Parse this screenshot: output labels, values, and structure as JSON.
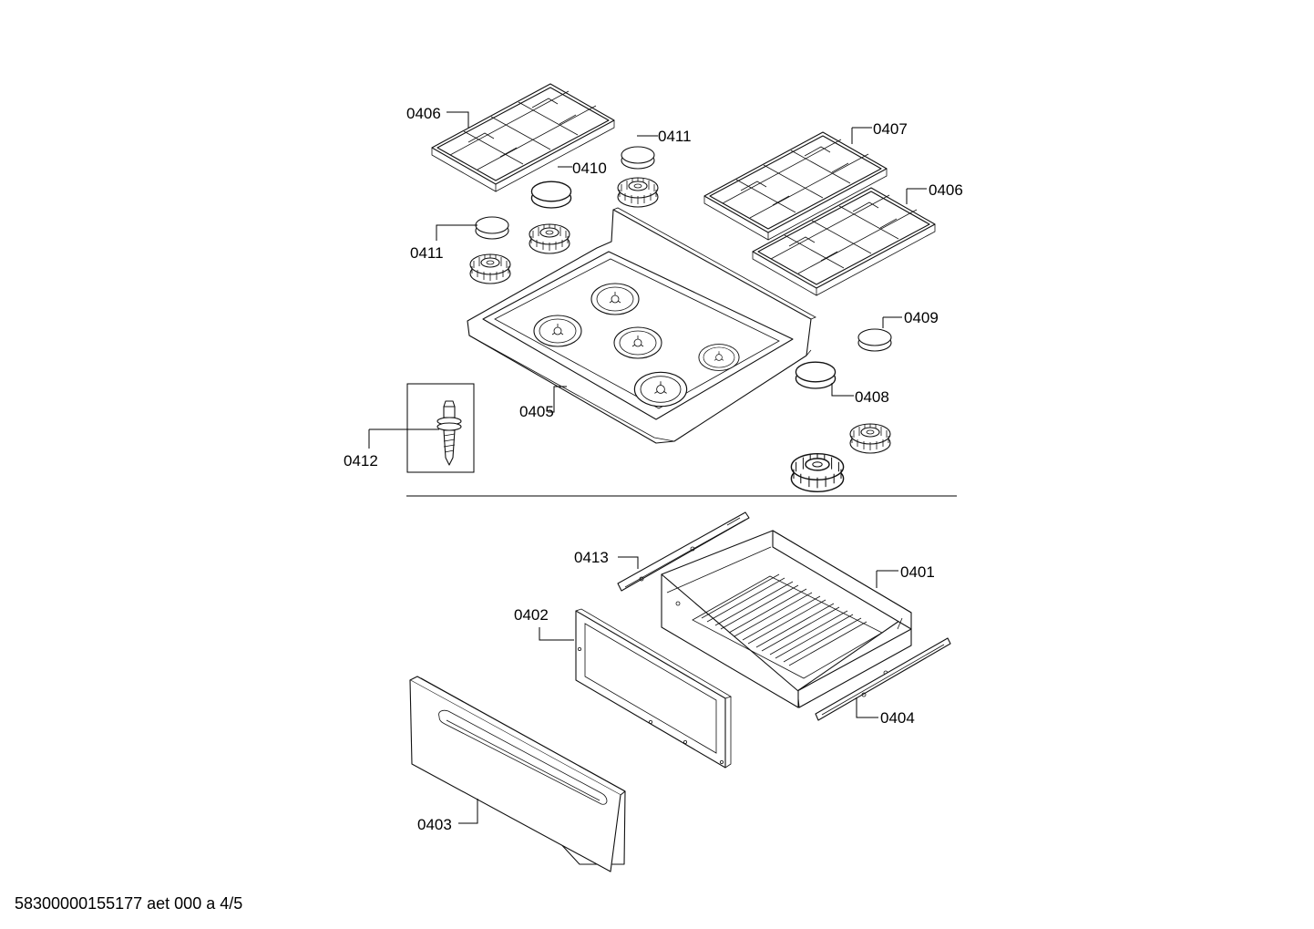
{
  "diagram": {
    "labels": {
      "l0401": "0401",
      "l0402": "0402",
      "l0403": "0403",
      "l0404": "0404",
      "l0405": "0405",
      "l0406a": "0406",
      "l0406b": "0406",
      "l0407": "0407",
      "l0408": "0408",
      "l0409": "0409",
      "l0410": "0410",
      "l0411a": "0411",
      "l0411b": "0411",
      "l0412": "0412",
      "l0413": "0413"
    }
  },
  "footer": {
    "text": "58300000155177 aet 000 a 4/5"
  }
}
